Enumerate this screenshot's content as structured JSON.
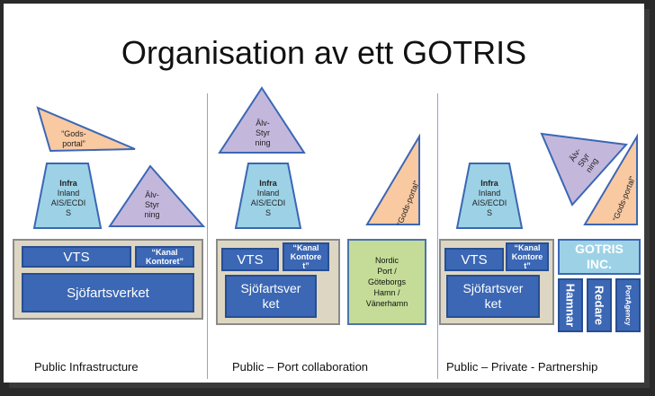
{
  "title": "Organisation av ett GOTRIS",
  "footers": [
    "Public Infrastructure",
    "Public – Port collaboration",
    "Public – Private - Partnership"
  ],
  "colors": {
    "triangle_orange": "#f9c9a2",
    "triangle_purple": "#c3b8dc",
    "trapezoid": "#9dd2e6",
    "box_blue": "#3b67b4",
    "frame_tan": "#ddd6c2",
    "green": "#c4dc97"
  },
  "section1": {
    "godsportal": [
      "“Gods-",
      "portal”"
    ],
    "infra": [
      "Infra",
      "Inland",
      "AIS/ECDI",
      "S"
    ],
    "alvstyrning": [
      "Älv-",
      "Styr",
      "ning"
    ],
    "vts": "VTS",
    "kanal": [
      "“Kanal",
      "Kontoret”"
    ],
    "sjofart": "Sjöfartsverket"
  },
  "section2": {
    "alvstyrning": [
      "Älv-",
      "Styr",
      "ning"
    ],
    "infra": [
      "Infra",
      "Inland",
      "AIS/ECDI",
      "S"
    ],
    "godsportal": "“Gods-portal”",
    "vts": "VTS",
    "kanal": [
      "“Kanal",
      "Kontore",
      "t”"
    ],
    "sjofart": [
      "Sjöfartsver",
      "ket"
    ],
    "nordic": [
      "Nordic",
      "Port /",
      "Göteborgs",
      "Hamn /",
      "Vänerhamn"
    ]
  },
  "section3": {
    "infra": [
      "Infra",
      "Inland",
      "AIS/ECDI",
      "S"
    ],
    "alvstyrning": [
      "Älv-",
      "Styr",
      "ning"
    ],
    "godsportal": "“Gods-portal”",
    "vts": "VTS",
    "kanal": [
      "“Kanal",
      "Kontore",
      "t”"
    ],
    "sjofart": [
      "Sjöfartsver",
      "ket"
    ],
    "gotris": [
      "GOTRIS",
      "INC."
    ],
    "hamnar": "Hamnar",
    "redare": "Redare",
    "portagency": "PortAgency"
  }
}
